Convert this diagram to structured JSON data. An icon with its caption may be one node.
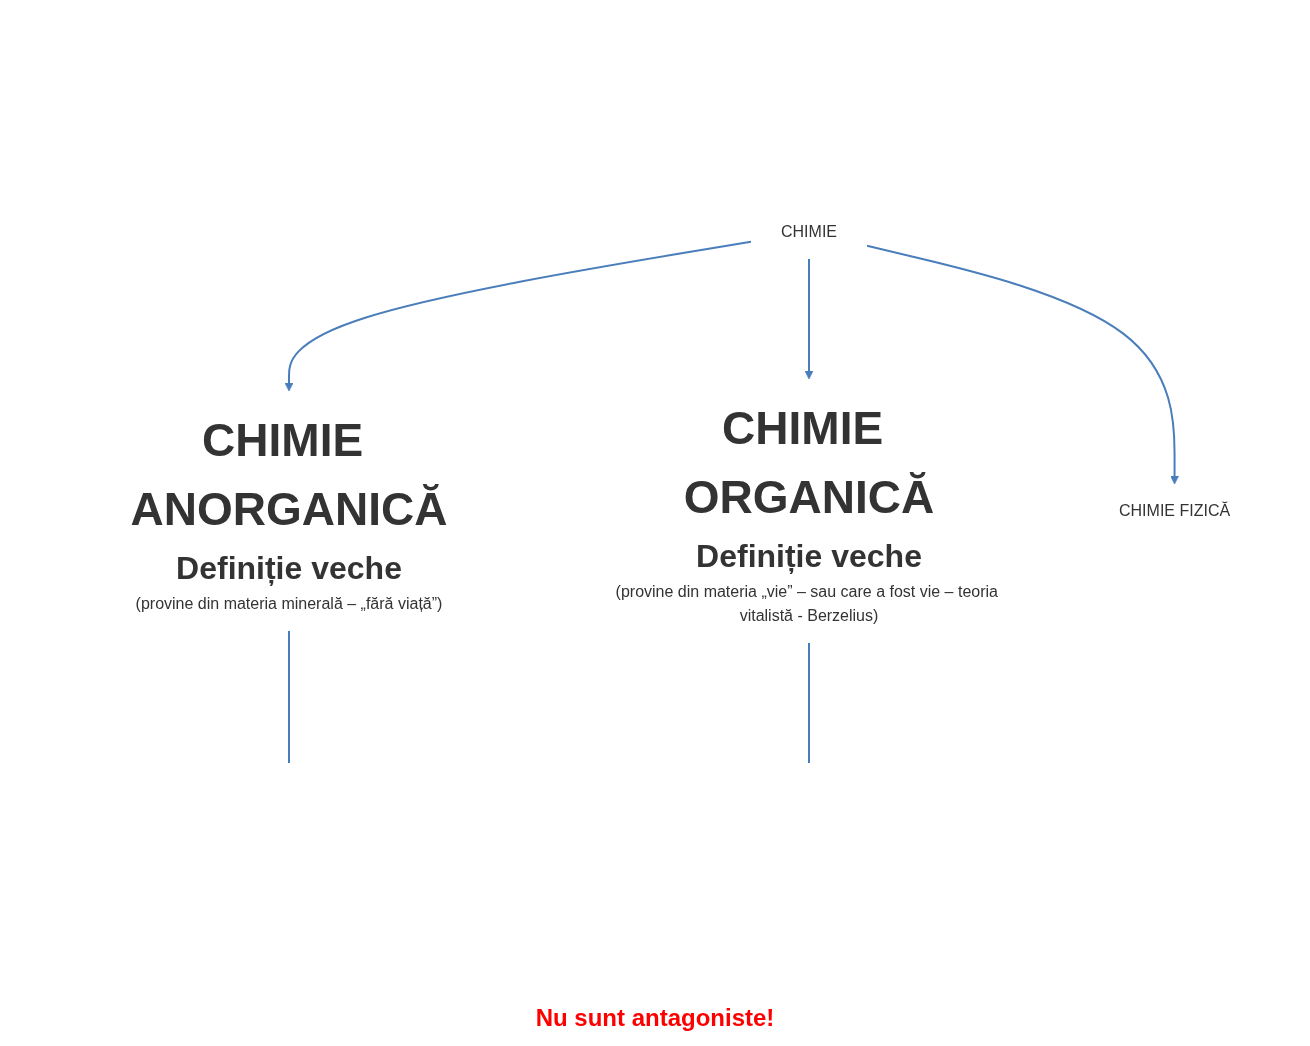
{
  "diagram": {
    "nodes": [
      {
        "text": [
          "CHIMIE"
        ]
      },
      {
        "text": [
          "CHIMIE ANORGANICĂ",
          "Definiție veche",
          "(provine din materia minerală – „fără viață”)"
        ]
      },
      {
        "text": [
          "CHIMIE ORGANICĂ",
          "Definiție veche",
          "(provine din materia „vie” – sau care a fost vie – teoria vitalistă - Berzelius)"
        ]
      },
      {
        "text": [
          "CHIMIE FIZICĂ"
        ]
      }
    ],
    "edges": [
      {
        "from": 0,
        "to": 1,
        "arrow": "to"
      },
      {
        "from": 0,
        "to": 3,
        "arrow": "to"
      },
      {
        "from": 0,
        "to": 2,
        "arrow": "to"
      },
      {
        "from": 1,
        "to": null,
        "arrow": "none"
      },
      {
        "from": 2,
        "to": null,
        "arrow": "none"
      }
    ],
    "labels": [
      "Nu sunt antagoniste!"
    ]
  }
}
